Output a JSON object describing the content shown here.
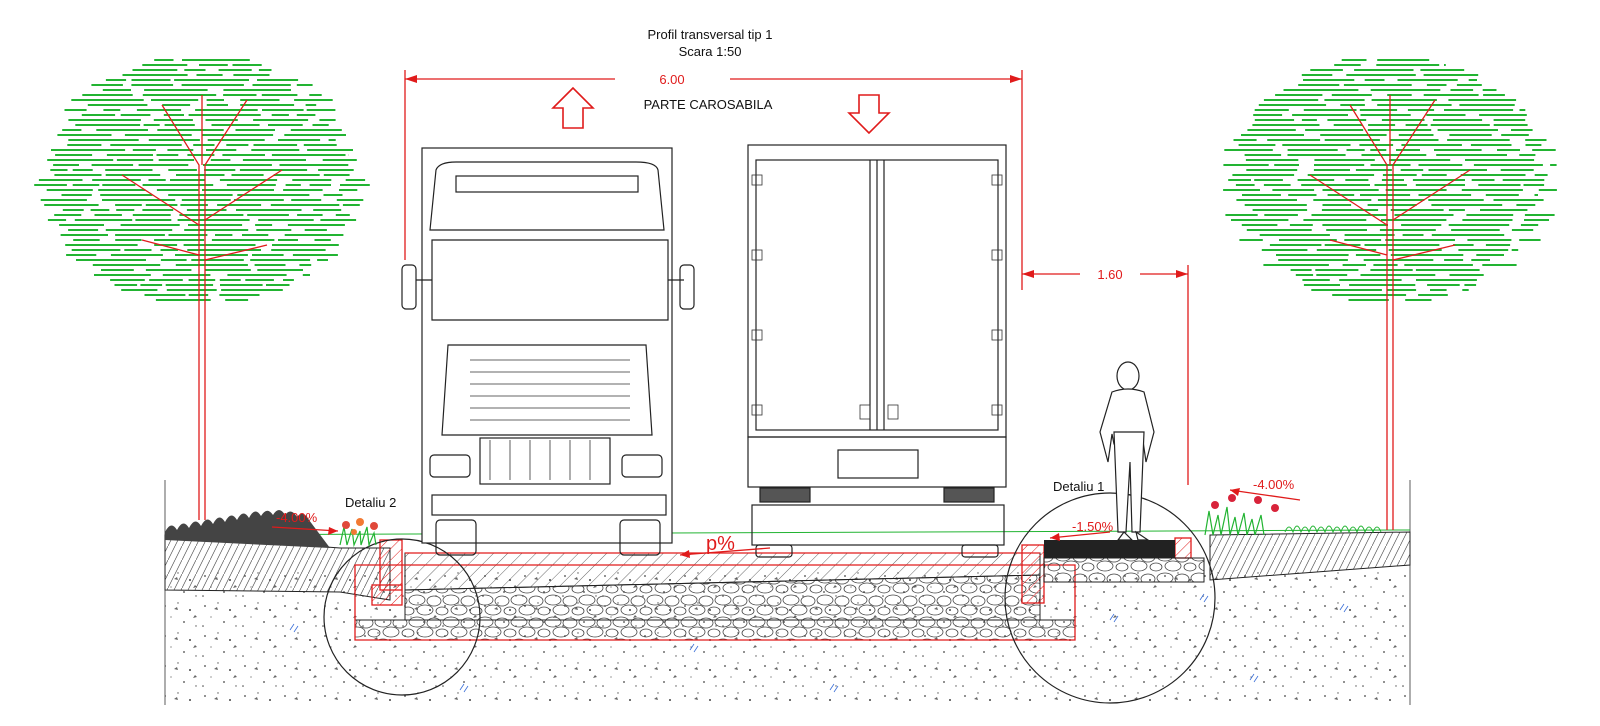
{
  "title": {
    "line1": "Profil transversal tip 1",
    "line2": "Scara 1:50"
  },
  "dimensions": {
    "roadway_width": "6.00",
    "sidewalk_width": "1.60"
  },
  "labels": {
    "roadway": "PARTE CAROSABILA",
    "detail_left": "Detaliu 2",
    "detail_right": "Detaliu 1",
    "slope_crossfall": "p%"
  },
  "slopes": {
    "left_verge": "-4.00%",
    "sidewalk": "-1.50%",
    "right_verge": "-4.00%"
  },
  "colors": {
    "annotation": "#e01b1b",
    "vegetation": "#22b432",
    "linework": "#222222"
  },
  "icons": {
    "arrow_up": "arrow-up-icon",
    "arrow_down": "arrow-down-icon"
  }
}
